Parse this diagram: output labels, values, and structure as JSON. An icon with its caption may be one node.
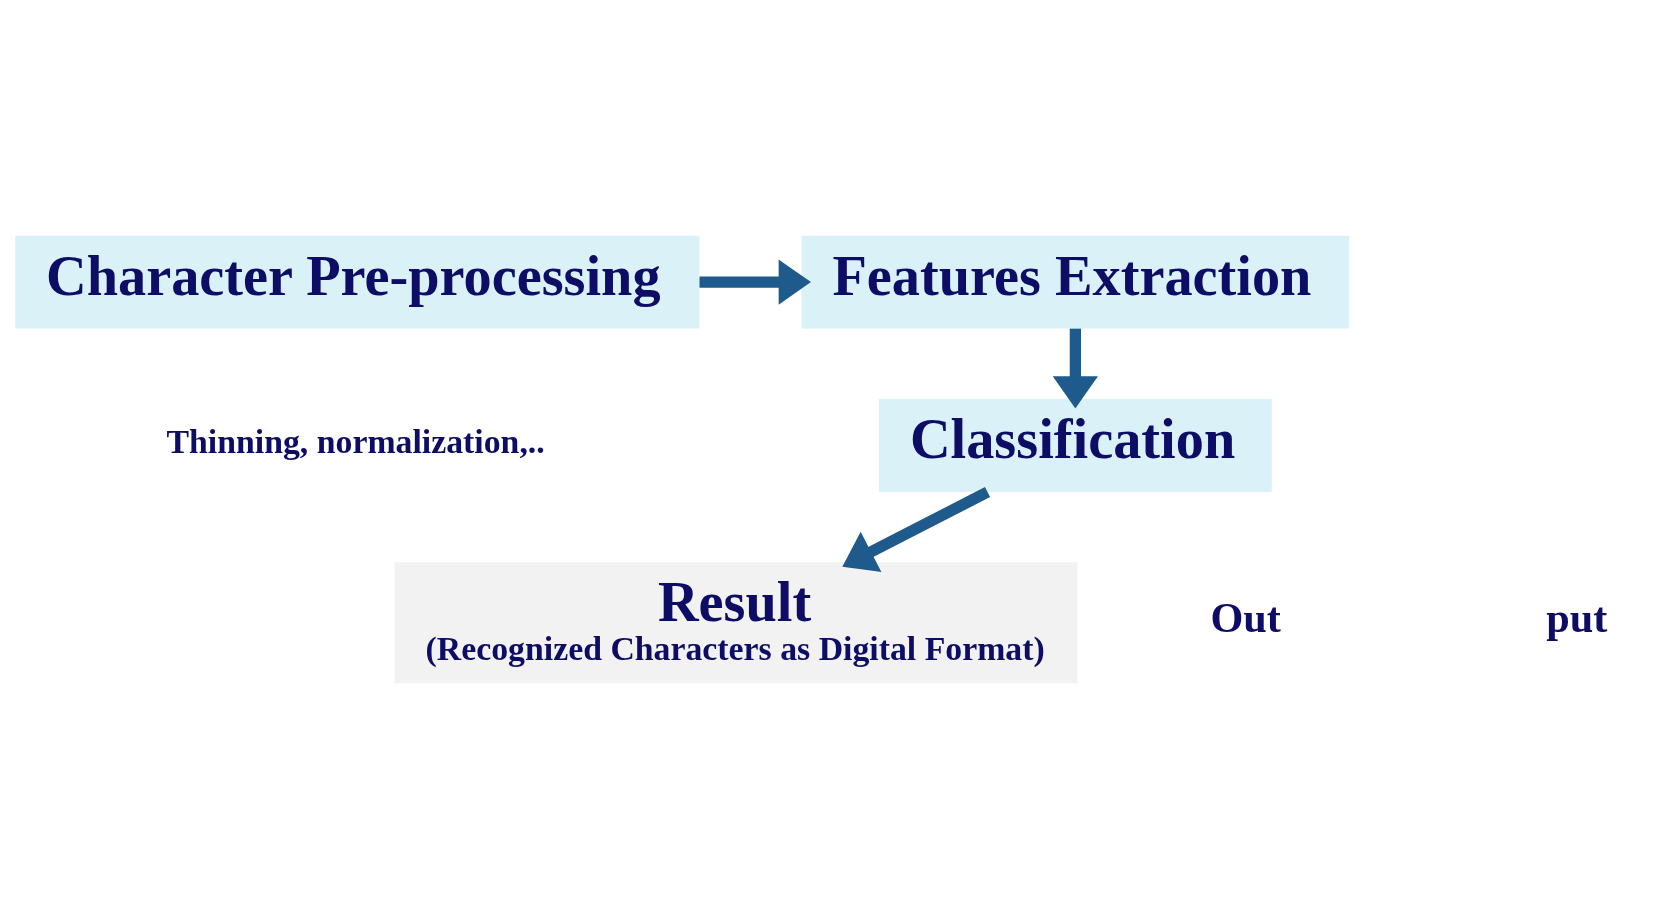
{
  "diagram": {
    "nodes": [
      {
        "text": [
          "Character Pre-processing"
        ],
        "beside": [
          "Thinning, normalization,.."
        ]
      },
      {
        "text": [
          "Features Extraction"
        ]
      },
      {
        "text": [
          "Classification"
        ]
      },
      {
        "text": [
          "Result",
          "(Recognized Characters as Digital Format)"
        ]
      }
    ],
    "edges": [
      {
        "from": 0,
        "to": 1,
        "arrow": "to"
      },
      {
        "from": 1,
        "to": 2,
        "arrow": "to"
      },
      {
        "from": 2,
        "to": 3,
        "arrow": "to"
      }
    ],
    "labels": [
      "Out",
      "put"
    ]
  }
}
